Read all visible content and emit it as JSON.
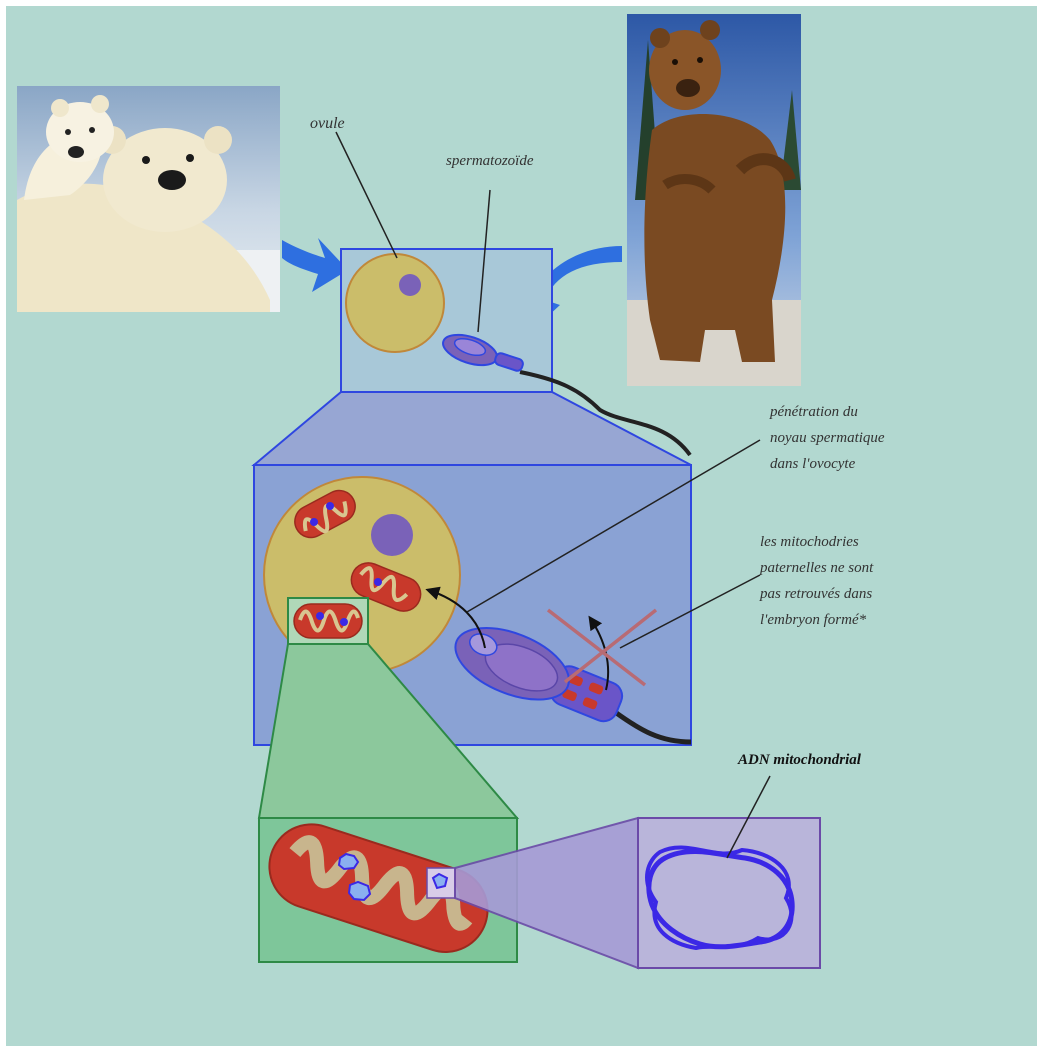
{
  "labels": {
    "ovule": "ovule",
    "spermatozoide": "spermatozoïde",
    "penetration": [
      "pénétration du",
      "noyau spermatique",
      "dans l'ovocyte"
    ],
    "mito_paternelles": [
      "les mitochodries",
      "paternelles ne sont",
      "pas retrouvés dans",
      "l'embryon formé*"
    ],
    "adn": "ADN mitochondrial"
  },
  "photos": {
    "polar_bear": "polar-bear-photo",
    "brown_bear": "brown-bear-photo"
  },
  "colors": {
    "background": "#b2d8d0",
    "ovule_fill": "#cbbd6a",
    "nucleus": "#7a62b8",
    "mito_red": "#c8392b",
    "mito_inner": "#c8b58d",
    "dna_blue": "#3b28e6",
    "arrow_blue": "#2e6fe0",
    "box_blue": "#8aa2d4",
    "box_green": "#7ec69a",
    "box_purple": "#b9b5da"
  }
}
